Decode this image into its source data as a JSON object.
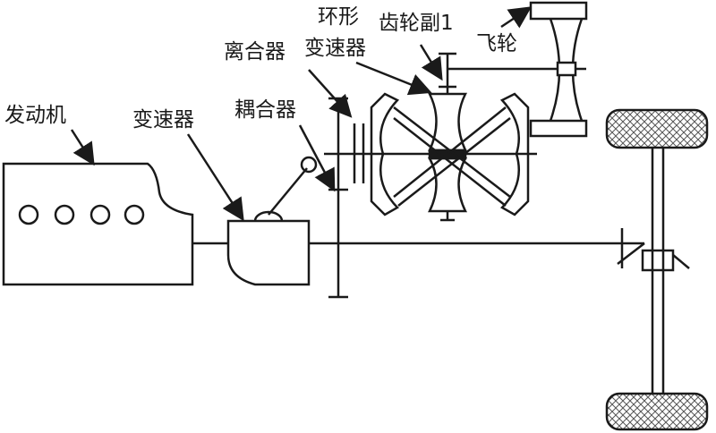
{
  "labels": {
    "engine": "发动机",
    "transmission": "变速器",
    "coupler": "耦合器",
    "clutch": "离合器",
    "toroidal_line1": "环形",
    "toroidal_line2": "变速器",
    "gear_pair": "齿轮副1",
    "flywheel": "飞轮"
  },
  "colors": {
    "stroke": "#1a1a1a",
    "wheel_fill": "#e8e8e8"
  }
}
